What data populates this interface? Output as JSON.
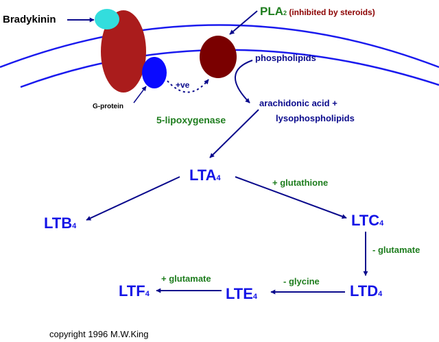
{
  "labels": {
    "bradykinin": "Bradykinin",
    "pla_main": "PLA",
    "pla_sub": "2",
    "pla_note": " (inhibited by steroids)",
    "phospholipids": "phospholipids",
    "positive": "+ve",
    "g_protein": "G-protein",
    "arachidonic_line1": "arachidonic acid +",
    "arachidonic_line2": "lysophospholipids",
    "lipoxygenase": "5-lipoxygenase"
  },
  "leukotrienes": {
    "lta": {
      "main": "LTA",
      "sub": "4"
    },
    "ltb": {
      "main": "LTB",
      "sub": "4"
    },
    "ltc": {
      "main": "LTC",
      "sub": "4"
    },
    "ltd": {
      "main": "LTD",
      "sub": "4"
    },
    "lte": {
      "main": "LTE",
      "sub": "4"
    },
    "ltf": {
      "main": "LTF",
      "sub": "4"
    }
  },
  "reactions": {
    "plus_glutathione": "+ glutathione",
    "minus_glutamate": "- glutamate",
    "minus_glycine": "- glycine",
    "plus_glutamate": "+ glutamate"
  },
  "copyright": "copyright 1996 M.W.King",
  "colors": {
    "membrane": "#1a1aee",
    "receptor": "#aa1c1c",
    "ligand": "#33dddd",
    "g_protein": "#0a0aff",
    "enzyme": "#7a0000",
    "arrow": "#0a0a8c",
    "product_text": "#1414e6",
    "enzyme_text": "#1e7d1e",
    "note_text": "#8b0000"
  }
}
